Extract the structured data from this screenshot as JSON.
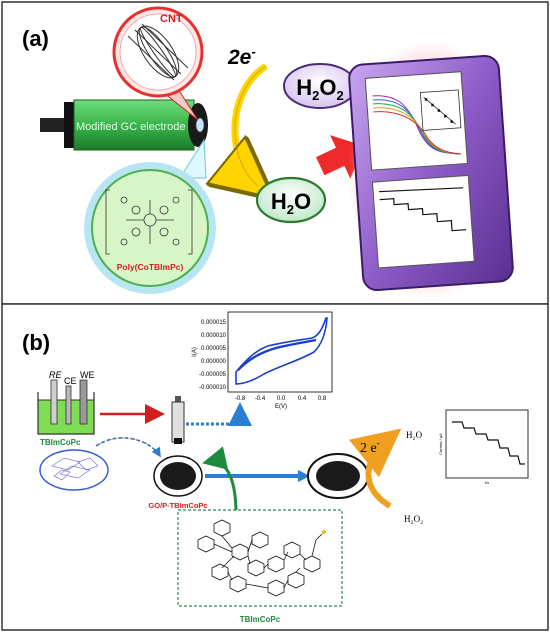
{
  "panel_a": {
    "label": "(a)",
    "cnt_label": "CNT",
    "electrode_label": "Modified GC electrode",
    "polymer_label": "Poly(CoTBImPc)",
    "electron_label": "2e",
    "electron_sup": "-",
    "h2o2_main": "H",
    "h2o2_sub1": "2",
    "h2o2_o": "O",
    "h2o2_sub2": "2",
    "h2o_h": "H",
    "h2o_sub": "2",
    "h2o_o": "O"
  },
  "panel_b": {
    "label": "(b)",
    "cell_labels": {
      "re": "RE",
      "ce": "CE",
      "we": "WE"
    },
    "cell_solution": "TBImCoPc",
    "electrode_label": "GO/P-TBImCoPc",
    "electron_label": "2 e",
    "electron_sup": "-",
    "product_h2o": "H₂O",
    "reactant_h2o2": "H₂O₂",
    "structure_label": "TBImCoPc",
    "cv_plot": {
      "ylabel": "I(A)",
      "xlabel": "E(V)",
      "yticks": [
        "0.000015",
        "0.000010",
        "0.000005",
        "0.000000",
        "-0.000005",
        "-0.000010"
      ],
      "xticks": [
        "-0.8",
        "-0.4",
        "0.0",
        "0.4",
        "0.8"
      ]
    },
    "amperometry_plot": {
      "ylabel": "Current / µA",
      "xlabel": "t/s"
    }
  },
  "colors": {
    "panel_border": "#333333",
    "electrode_green": "#39b54a",
    "cnt_red": "#e8312f",
    "red_text": "#d11f1f",
    "h2o_box": "#2e7a2e",
    "h2o_fill": "#dff5e4",
    "h2o2_fill": "#ece0f7",
    "phone_purple": "#8e5cc8",
    "arrow_yellow": "#ffd400",
    "arrow_red": "#ef2a2a",
    "cv_blue": "#1a3fd0",
    "flow_blue": "#2a7fd4",
    "orange_arrow": "#f0a020",
    "dashed_green": "#2e8b57"
  }
}
